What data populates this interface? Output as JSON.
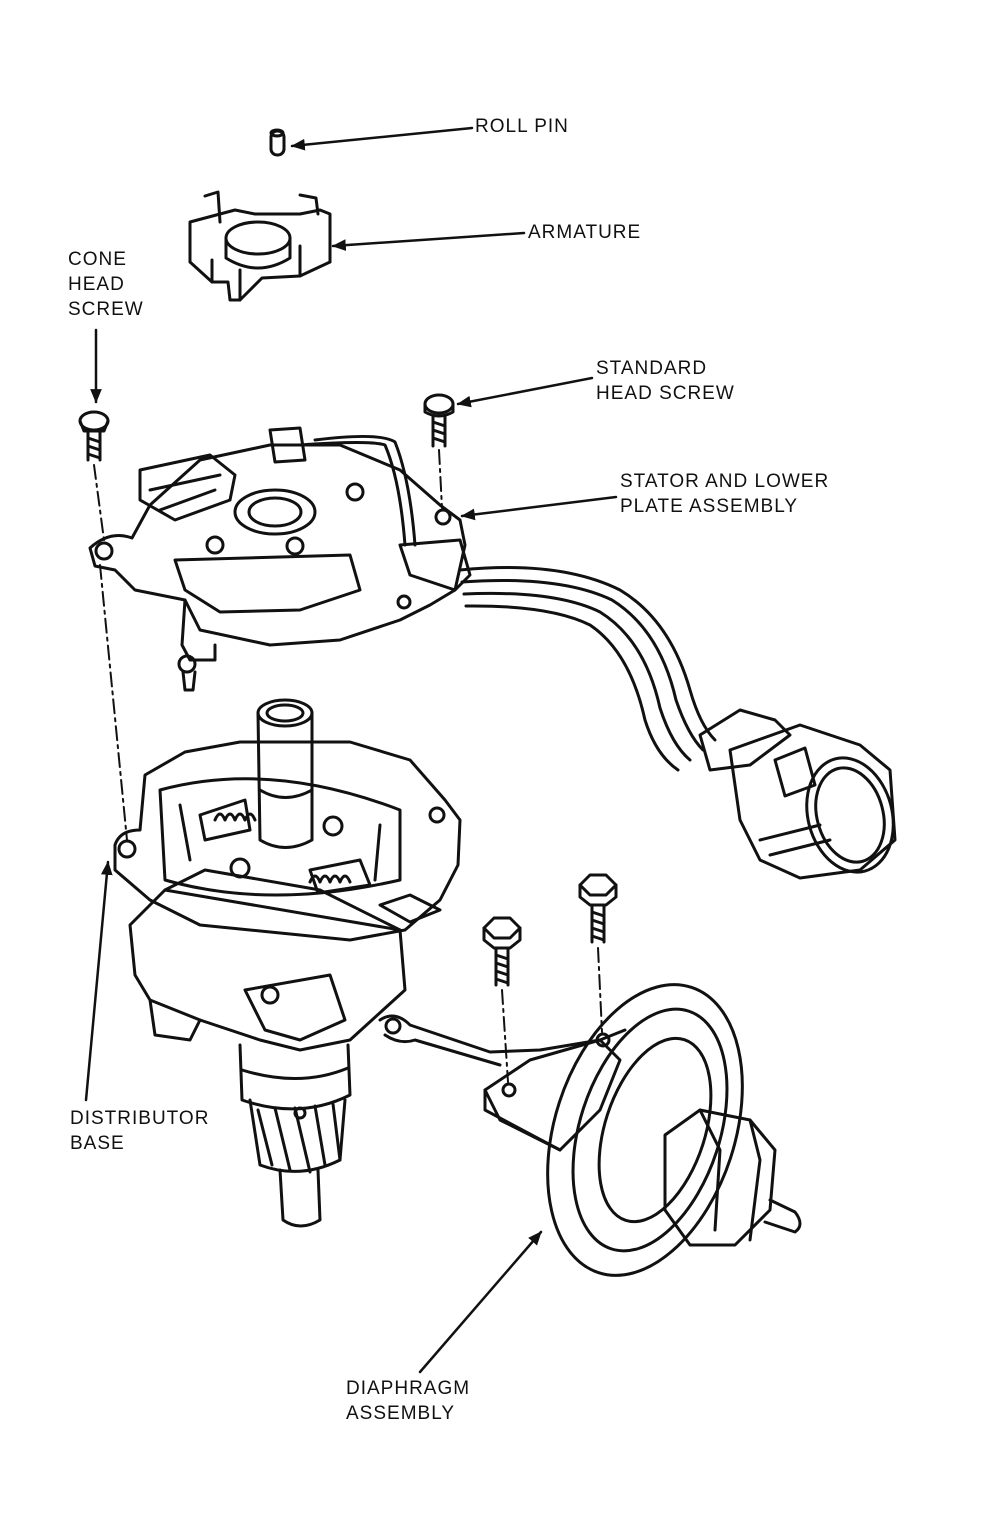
{
  "diagram": {
    "labels": {
      "roll_pin": [
        "ROLL PIN"
      ],
      "armature": [
        "ARMATURE"
      ],
      "cone_head_screw": [
        "CONE",
        "HEAD",
        "SCREW"
      ],
      "standard_head_screw": [
        "STANDARD",
        "HEAD SCREW"
      ],
      "stator_lower_plate": [
        "STATOR AND LOWER",
        "PLATE ASSEMBLY"
      ],
      "distributor_base": [
        "DISTRIBUTOR",
        "BASE"
      ],
      "diaphragm_assembly": [
        "DIAPHRAGM",
        "ASSEMBLY"
      ]
    }
  }
}
